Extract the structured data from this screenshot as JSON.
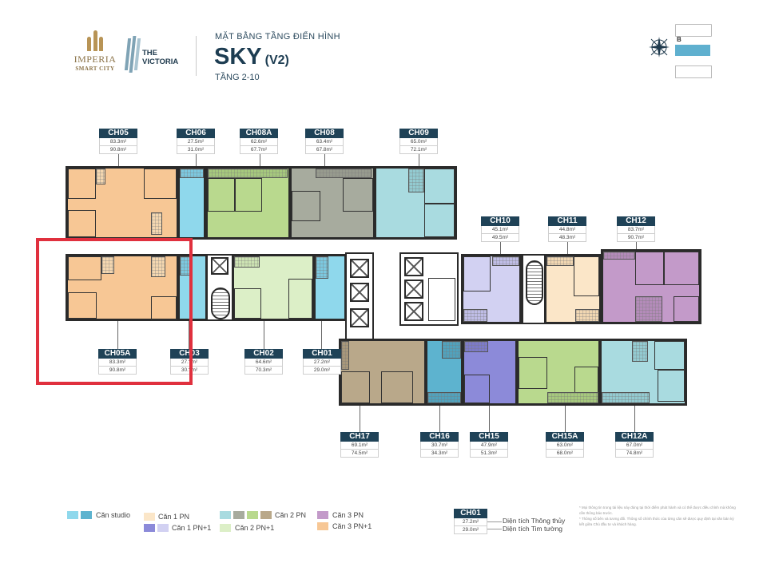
{
  "header": {
    "brand_primary": "IMPERIA",
    "brand_primary_sub": "SMART CITY",
    "brand_secondary_line1": "THE",
    "brand_secondary_line2": "VICTORIA",
    "subtitle": "MẶT BẰNG TẦNG ĐIỂN HÌNH",
    "title": "SKY",
    "title_version": "(V2)",
    "floors": "TẦNG 2-10",
    "compass_label": "B"
  },
  "colors": {
    "label_bg": "#1f4257",
    "highlight": "#e0303e",
    "studio_light": "#8fd8ec",
    "studio_dark": "#5db3cf",
    "one_bed": "#fbe6c8",
    "one_bed_plus_dark": "#8c8ad9",
    "one_bed_plus_light": "#d2d1f2",
    "two_bed_a": "#a9dbe0",
    "two_bed_b": "#a7ab9e",
    "two_bed_c": "#b9d98e",
    "two_bed_d": "#b9a88a",
    "two_bed_plus": "#dcefc7",
    "three_bed": "#c39ac9",
    "three_bed_plus": "#f7c795"
  },
  "units": [
    {
      "code": "CH05",
      "net_area": "83.3m²",
      "gross_area": "90.8m²"
    },
    {
      "code": "CH06",
      "net_area": "27.5m²",
      "gross_area": "31.0m²"
    },
    {
      "code": "CH08A",
      "net_area": "62.6m²",
      "gross_area": "67.7m²"
    },
    {
      "code": "CH08",
      "net_area": "63.4m²",
      "gross_area": "67.8m²"
    },
    {
      "code": "CH09",
      "net_area": "65.0m²",
      "gross_area": "72.1m²"
    },
    {
      "code": "CH10",
      "net_area": "45.1m²",
      "gross_area": "49.5m²"
    },
    {
      "code": "CH11",
      "net_area": "44.8m²",
      "gross_area": "48.3m²"
    },
    {
      "code": "CH12",
      "net_area": "83.7m²",
      "gross_area": "90.7m²"
    },
    {
      "code": "CH05A",
      "net_area": "83.3m²",
      "gross_area": "90.8m²"
    },
    {
      "code": "CH03",
      "net_area": "27.?m²",
      "gross_area": "30.?m²"
    },
    {
      "code": "CH02",
      "net_area": "64.6m²",
      "gross_area": "70.3m²"
    },
    {
      "code": "CH01",
      "net_area": "27.2m²",
      "gross_area": "29.0m²"
    },
    {
      "code": "CH17",
      "net_area": "69.1m²",
      "gross_area": "74.5m²"
    },
    {
      "code": "CH16",
      "net_area": "30.7m²",
      "gross_area": "34.3m²"
    },
    {
      "code": "CH15",
      "net_area": "47.9m²",
      "gross_area": "51.3m²"
    },
    {
      "code": "CH15A",
      "net_area": "63.0m²",
      "gross_area": "68.0m²"
    },
    {
      "code": "CH12A",
      "net_area": "67.0m²",
      "gross_area": "74.8m²"
    }
  ],
  "highlighted_unit": "CH05A",
  "legend": {
    "studio": "Căn studio",
    "one_bed": "Căn 1 PN",
    "one_bed_plus": "Căn 1 PN+1",
    "two_bed": "Căn 2 PN",
    "two_bed_plus": "Căn 2 PN+1",
    "three_bed": "Căn 3 PN",
    "three_bed_plus": "Căn 3 PN+1"
  },
  "sample_key": {
    "code": "CH01",
    "net_area": "27.2m²",
    "gross_area": "29.0m²",
    "net_label": "Diện tích Thông thủy",
    "gross_label": "Diện tích Tim tường"
  },
  "notes": [
    "* Mọi thông tin trong tài liệu này đúng tại thời điểm phát hành và có thể được điều chỉnh mà không cần thông báo trước.",
    "* Thông số bên và tương đối. Thông số chính thức của từng căn sẽ được quy định tại văn bản ký kết giữa Chủ đầu tư và khách hàng."
  ]
}
